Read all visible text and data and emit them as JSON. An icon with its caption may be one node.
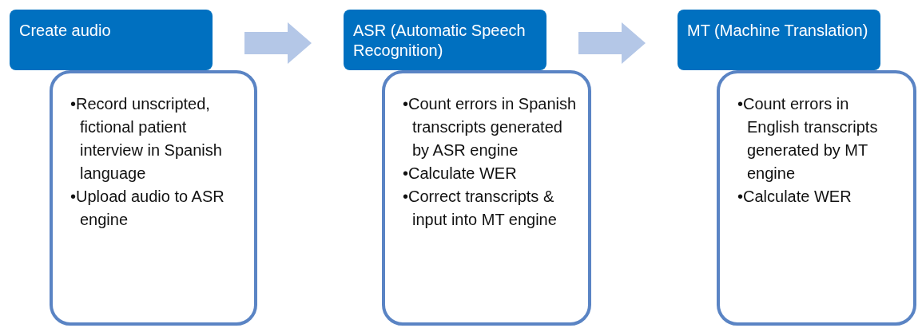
{
  "diagram": {
    "nodes": [
      {
        "text": [
          "Create audio"
        ]
      },
      {
        "text": [
          "•Record unscripted, fictional patient interview in Spanish language",
          "•Upload audio to ASR engine"
        ]
      },
      {
        "text": [
          "ASR (Automatic Speech Recognition)"
        ]
      },
      {
        "text": [
          "•Count errors in Spanish transcripts generated by ASR engine",
          "•Calculate WER",
          "•Correct transcripts & input into MT engine"
        ]
      },
      {
        "text": [
          "MT (Machine Translation)"
        ]
      },
      {
        "text": [
          "•Count errors in English transcripts generated by MT engine",
          "•Calculate WER"
        ]
      }
    ],
    "edges": [
      {
        "from": 0,
        "to": 2,
        "arrow": "to"
      },
      {
        "from": 2,
        "to": 4,
        "arrow": "to"
      }
    ]
  }
}
